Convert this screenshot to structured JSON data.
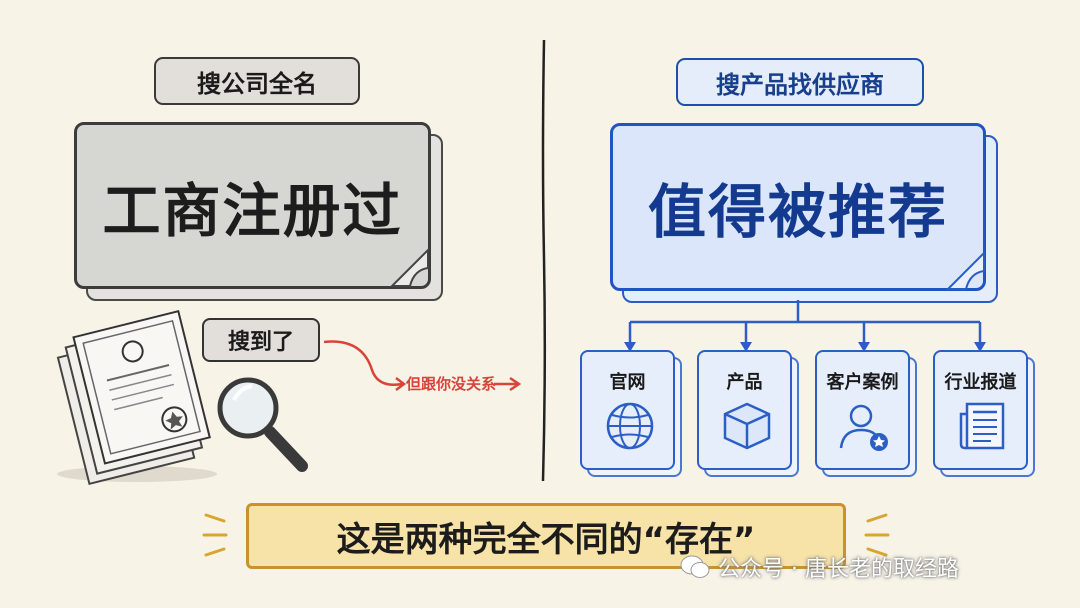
{
  "left": {
    "label": "搜公司全名",
    "card": "工商注册过",
    "found": "搜到了",
    "note": "但跟你没关系"
  },
  "right": {
    "label": "搜产品找供应商",
    "card": "值得被推荐",
    "items": [
      {
        "label": "官网",
        "icon": "globe-icon"
      },
      {
        "label": "产品",
        "icon": "cube-icon"
      },
      {
        "label": "客户案例",
        "icon": "user-star-icon"
      },
      {
        "label": "行业报道",
        "icon": "newspaper-icon"
      }
    ]
  },
  "banner": "这是两种完全不同的“存在”",
  "watermark": "公众号 · 唐长老的取经路",
  "colors": {
    "background": "#f7f3e7",
    "gray": "#d6d6d3",
    "blue_accent": "#1f55c0",
    "red_note": "#d8443a",
    "banner_fill": "#f7e2a8"
  }
}
